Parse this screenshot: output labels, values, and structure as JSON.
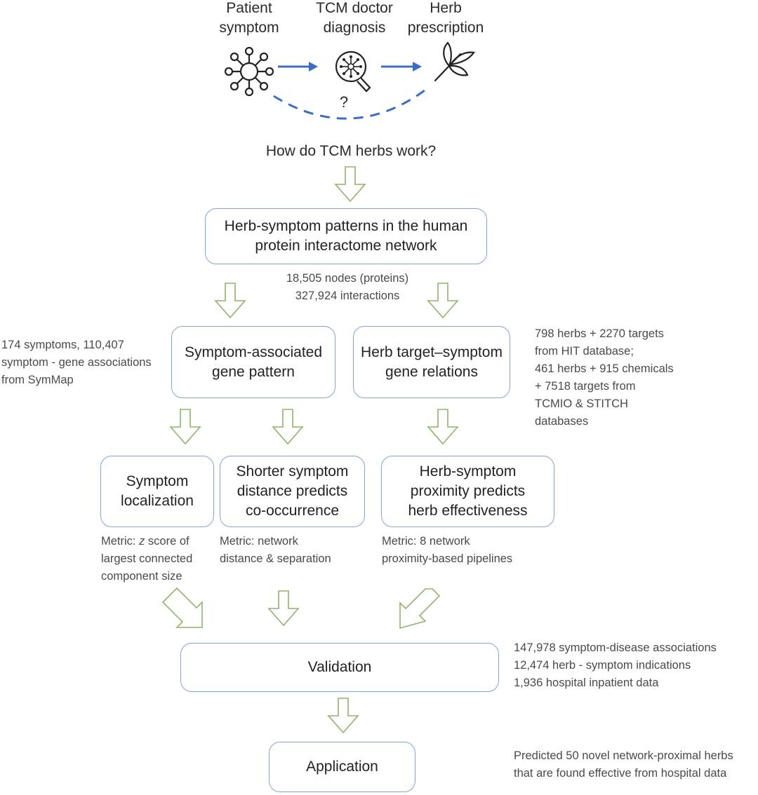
{
  "top": {
    "patient_symptom": "Patient\nsymptom",
    "tcm_doctor_diagnosis": "TCM doctor\ndiagnosis",
    "herb_prescription": "Herb\nprescription",
    "question_mark": "?",
    "question": "How do TCM herbs work?",
    "icons": [
      "network-node-icon",
      "magnifier-network-icon",
      "herb-sprig-icon"
    ],
    "flow_color": "#3d6cc4"
  },
  "boxes": {
    "interactome": "Herb-symptom patterns in the human\nprotein interactome network",
    "symptom_gene_pattern": "Symptom-associated\ngene pattern",
    "herb_target_relations": "Herb target–symptom\ngene relations",
    "symptom_localization": "Symptom\nlocalization",
    "shorter_distance": "Shorter symptom\ndistance predicts\nco-occurrence",
    "herb_proximity": "Herb-symptom\nproximity predicts\nherb effectiveness",
    "validation": "Validation",
    "application": "Application"
  },
  "notes": {
    "interactome_stats": "18,505 nodes (proteins)\n327,924 interactions",
    "symptom_source": "174 symptoms, 110,407\nsymptom - gene associations\nfrom SymMap",
    "herb_source": "798 herbs + 2270 targets\nfrom HIT database;\n461 herbs + 915 chemicals\n+ 7518 targets from\nTCMIO & STITCH\ndatabases",
    "metric_localization": "Metric: z score of\nlargest connected\ncomponent size",
    "metric_localization_parts": {
      "prefix": "Metric: ",
      "italic": "z",
      "rest": " score of\nlargest connected\ncomponent size"
    },
    "metric_distance": "Metric: network\ndistance & separation",
    "metric_proximity": "Metric: 8 network\nproximity-based pipelines",
    "validation_data": "147,978 symptom-disease associations\n12,474 herb - symptom indications\n1,936 hospital inpatient data",
    "application_result": "Predicted 50 novel network-proximal herbs\nthat are found effective from hospital data"
  },
  "colors": {
    "box_border": "#7fa6d6",
    "arrow_outline": "#8fb36a",
    "flow_arrow": "#3d6cc4"
  }
}
